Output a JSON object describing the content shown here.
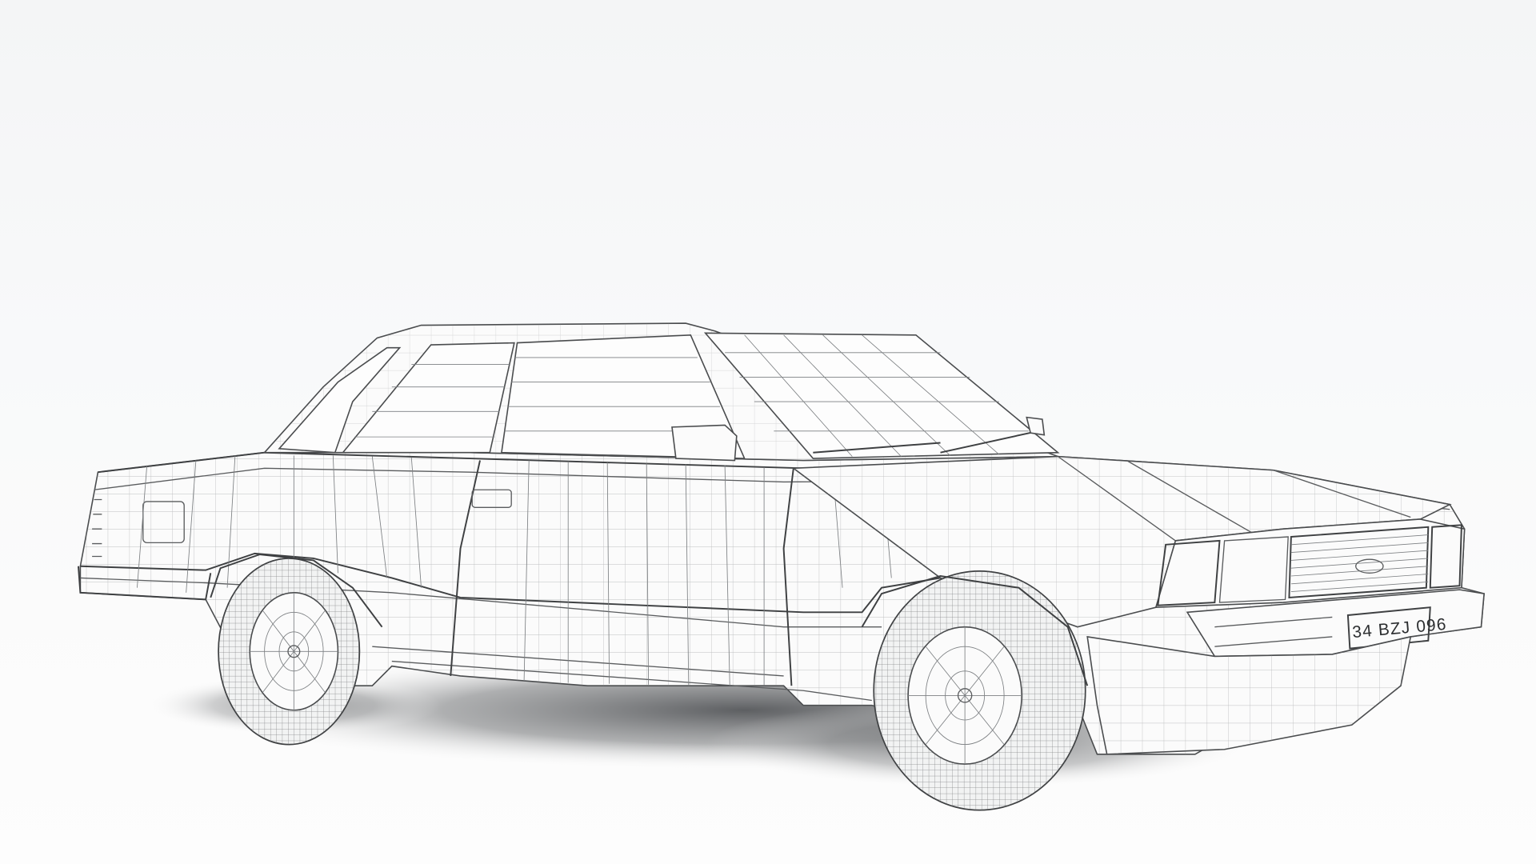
{
  "scene": {
    "subject": "wireframe-render-car",
    "description": "Wireframe 3D model of a two-door 1980s coupe on white studio background",
    "background_color": "#f7f8f9",
    "wire_color": "#5a5c5e",
    "shadow_color": "#5e6062"
  },
  "car": {
    "license_plate": "34 BZJ 096"
  }
}
